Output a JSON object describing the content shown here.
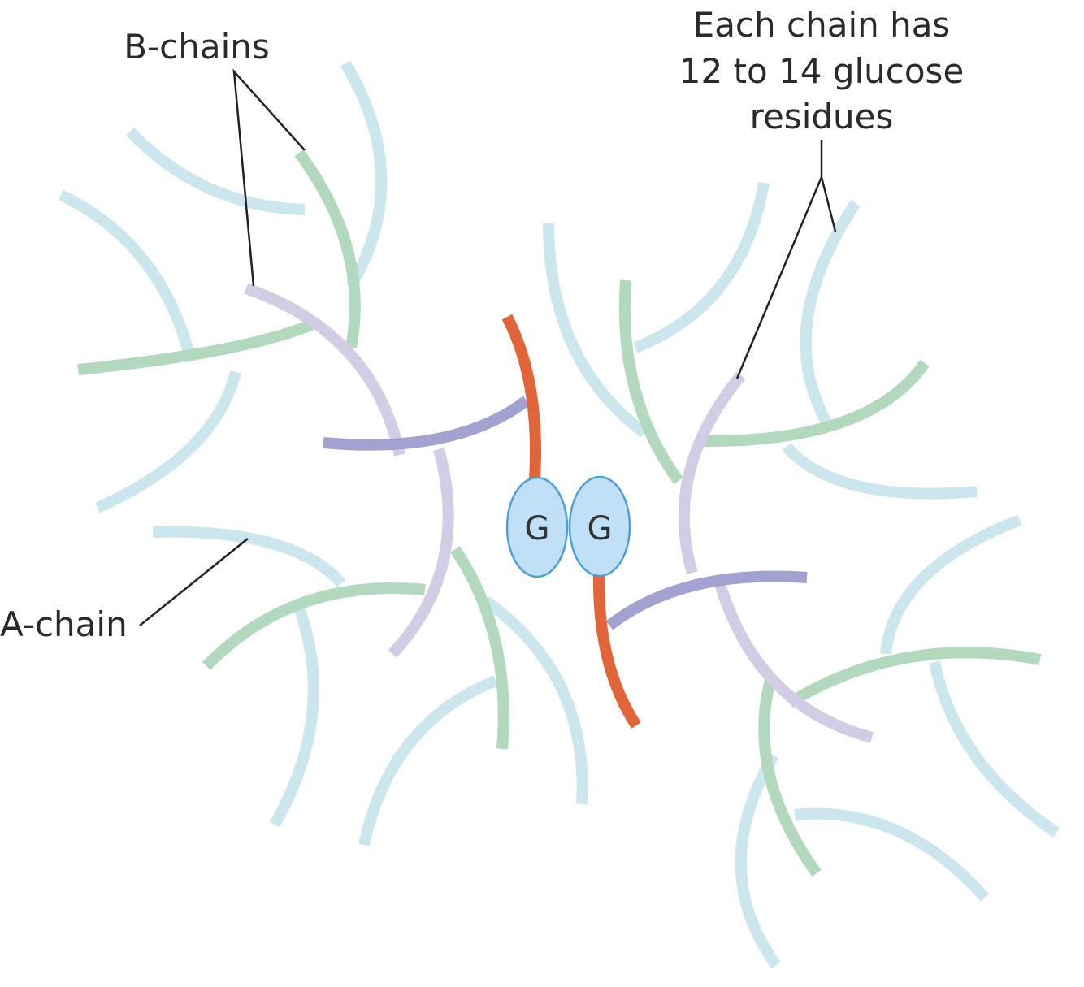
{
  "labels": {
    "b_chains": "B-chains",
    "a_chain": "A-chain",
    "chain_length_line1": "Each chain has",
    "chain_length_line2": "12 to 14 glucose",
    "chain_length_line3": "residues"
  },
  "glycogenin": {
    "left_letter": "G",
    "right_letter": "G"
  },
  "colors": {
    "tier_outer": "#cbe6ec",
    "tier_green": "#b2d9bd",
    "tier_lavender": "#d2cce4",
    "tier_purple": "#a3a1cf",
    "primer_chain": "#e2653a",
    "glycogenin_fill": "#bfe0f6",
    "glycogenin_stroke": "#4f9fd6",
    "leader_line": "#222222"
  }
}
